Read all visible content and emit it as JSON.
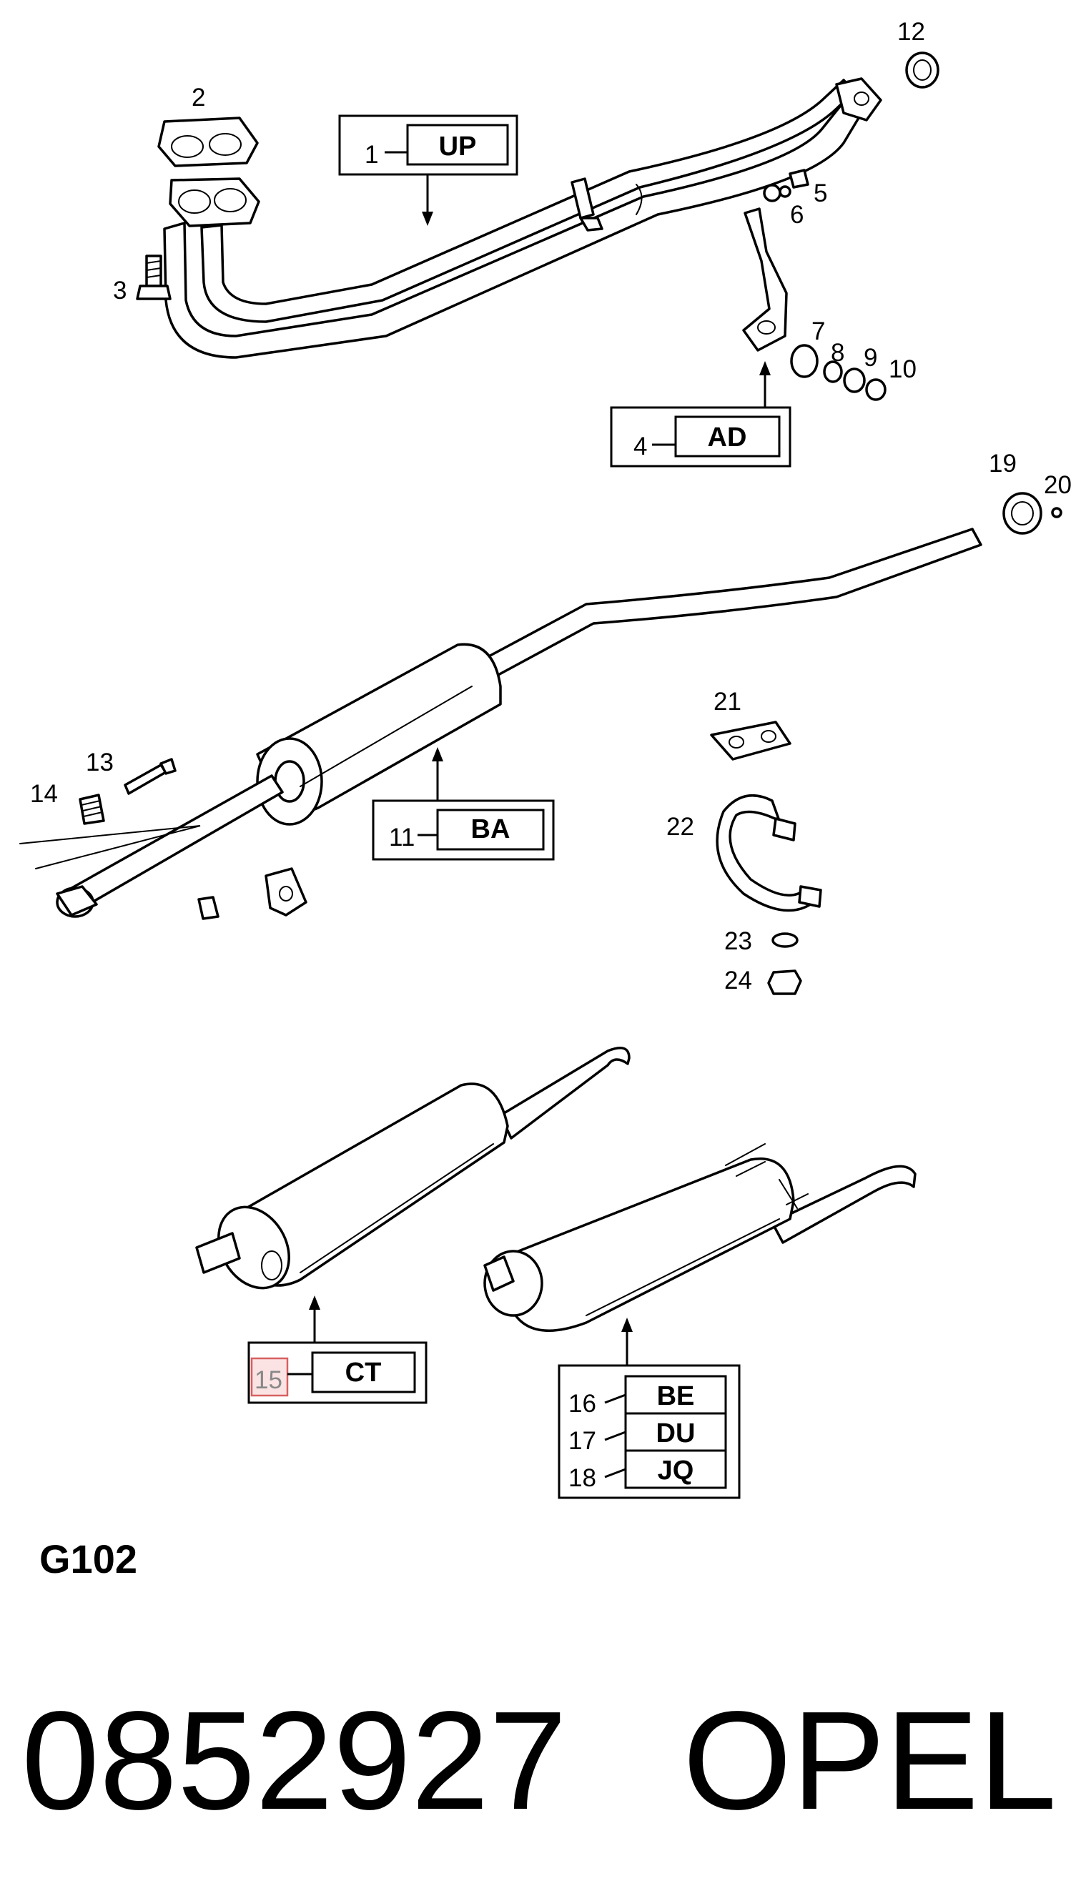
{
  "diagram_id": "G102",
  "part_number": "0852927",
  "brand": "OPEL",
  "callouts": {
    "c1": "1",
    "c2": "2",
    "c3": "3",
    "c4": "4",
    "c5": "5",
    "c6": "6",
    "c7": "7",
    "c8": "8",
    "c9": "9",
    "c10": "10",
    "c11": "11",
    "c12": "12",
    "c13": "13",
    "c14": "14",
    "c15": "15",
    "c16": "16",
    "c17": "17",
    "c18": "18",
    "c19": "19",
    "c20": "20",
    "c21": "21",
    "c22": "22",
    "c23": "23",
    "c24": "24"
  },
  "codes": {
    "up": "UP",
    "ad": "AD",
    "ba": "BA",
    "ct": "CT",
    "be": "BE",
    "du": "DU",
    "jq": "JQ"
  },
  "highlighted_callout": "15"
}
